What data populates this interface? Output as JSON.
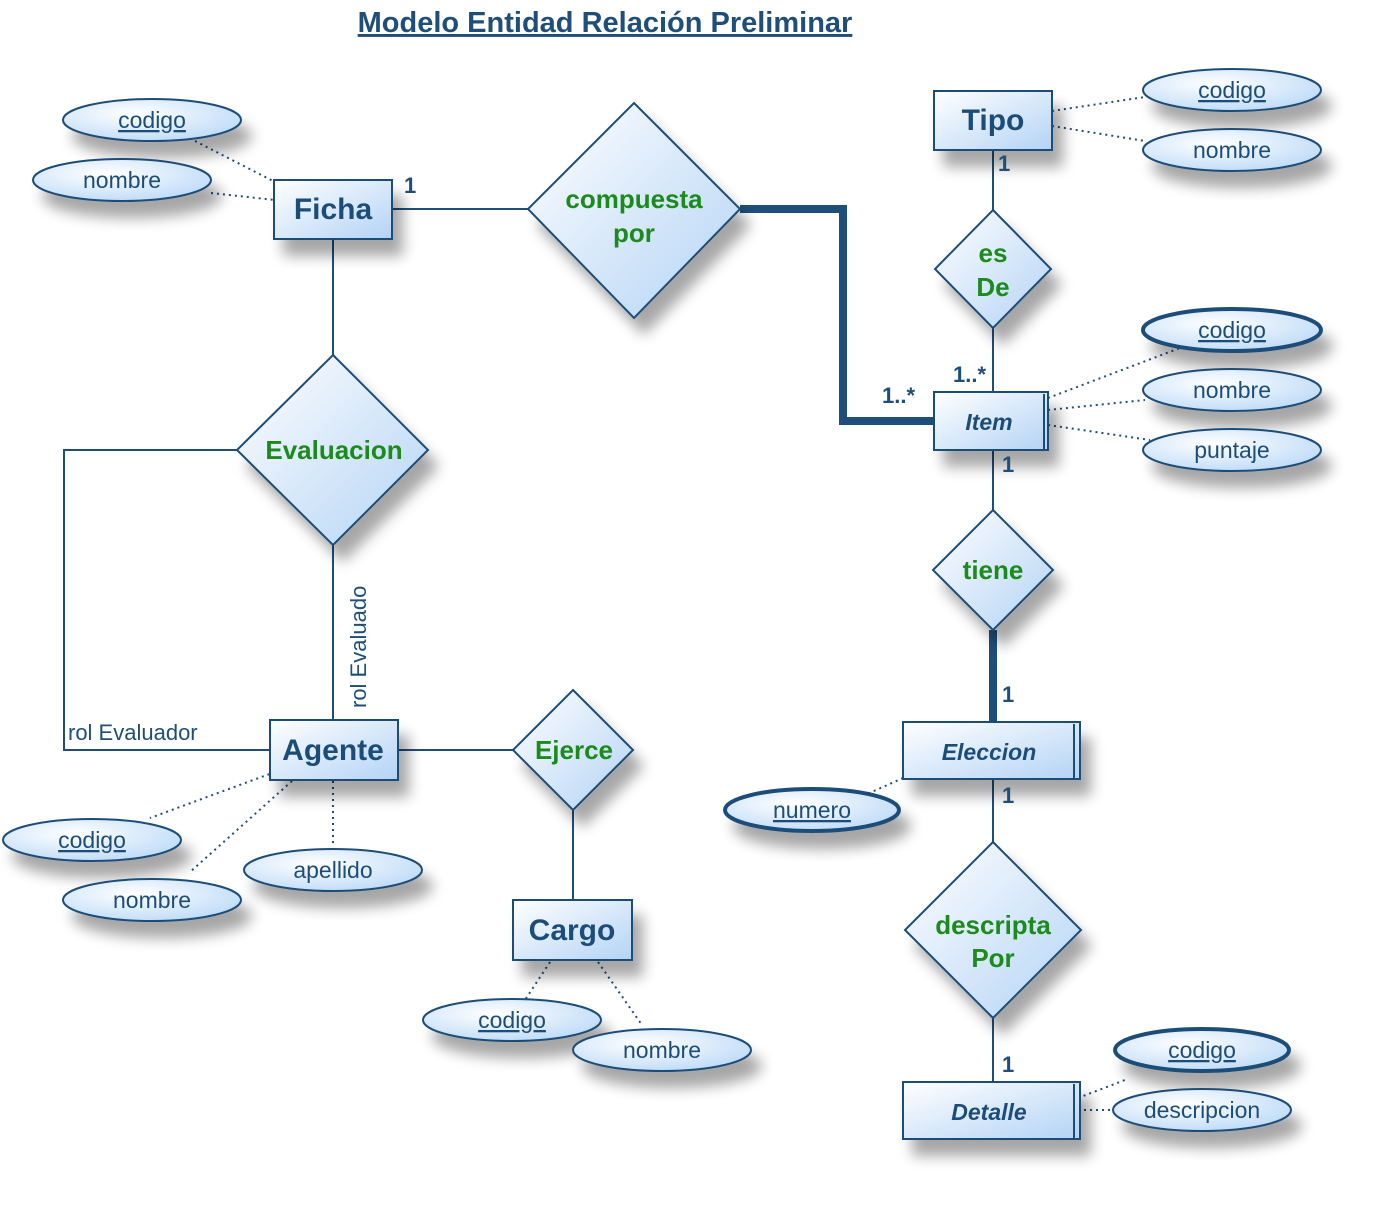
{
  "title": "Modelo Entidad Relación Preliminar",
  "entities": {
    "ficha": "Ficha",
    "tipo": "Tipo",
    "item": "Item",
    "agente": "Agente",
    "eleccion": "Eleccion",
    "cargo": "Cargo",
    "detalle": "Detalle"
  },
  "relationships": {
    "compuesta_por": [
      "compuesta",
      "por"
    ],
    "es_de": [
      "es",
      "De"
    ],
    "evaluacion": "Evaluacion",
    "tiene": "tiene",
    "ejerce": "Ejerce",
    "descripta_por": [
      "descripta",
      "Por"
    ]
  },
  "attributes": {
    "ficha": {
      "codigo": "codigo",
      "nombre": "nombre"
    },
    "tipo": {
      "codigo": "codigo",
      "nombre": "nombre"
    },
    "item": {
      "codigo": "codigo",
      "nombre": "nombre",
      "puntaje": "puntaje"
    },
    "agente": {
      "codigo": "codigo",
      "nombre": "nombre",
      "apellido": "apellido"
    },
    "cargo": {
      "codigo": "codigo",
      "nombre": "nombre"
    },
    "eleccion": {
      "numero": "numero"
    },
    "detalle": {
      "codigo": "codigo",
      "descripcion": "descripcion"
    }
  },
  "cardinalities": {
    "ficha_compuesta": "1",
    "item_compuesta": "1..*",
    "tipo_esde": "1",
    "item_esde": "1..*",
    "item_tiene": "1",
    "eleccion_tiene": "1",
    "eleccion_descripta": "1",
    "detalle_descripta": "1"
  },
  "roles": {
    "evaluado": "rol Evaluado",
    "evaluador": "rol Evaluador"
  },
  "colors": {
    "stroke": "#1f4e79",
    "relationship_text": "#1b8a1b",
    "fill_light": "#ffffff",
    "fill_dark": "#b3d3f5"
  }
}
